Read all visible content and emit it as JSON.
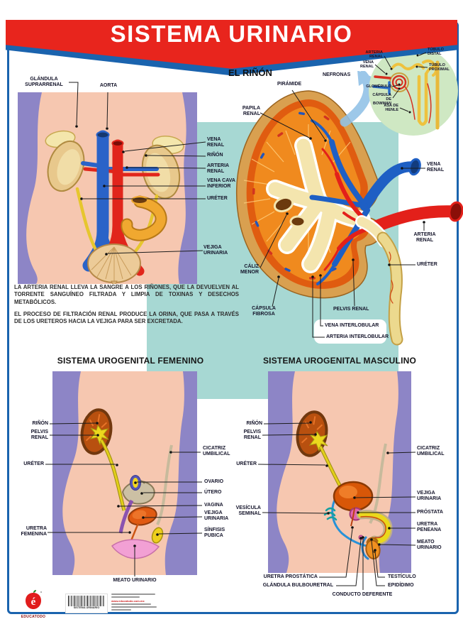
{
  "poster": {
    "title": "SISTEMA URINARIO"
  },
  "colors": {
    "banner_red": "#e8251d",
    "frame_blue": "#1a63ae",
    "teal": "#a7d8d3",
    "skin": "#f6c7b0",
    "purple": "#8d85c6"
  },
  "body_figure": {
    "labels": {
      "glandula_suprarrenal": "GLÁNDULA SUPRARRENAL",
      "aorta": "AORTA",
      "vena_renal": "VENA RENAL",
      "rinon": "RIÑÓN",
      "arteria_renal": "ARTERIA RENAL",
      "vena_cava_inferior": "VENA CAVA INFERIOR",
      "ureter": "URÉTER",
      "vejiga_urinaria": "VEJIGA URINARIA"
    }
  },
  "kidney": {
    "title": "EL RIÑÓN",
    "labels": {
      "nefronas": "NEFRONAS",
      "piramide": "PIRÁMIDE",
      "papila_renal": "PAPILA RENAL",
      "caliz_menor": "CÁLIZ MENOR",
      "capsula_fibrosa": "CÁPSULA FIBROSA",
      "pelvis_renal": "PELVIS RENAL",
      "vena_interlobular": "VENA INTERLOBULAR",
      "arteria_interlobular": "ARTERIA INTERLOBULAR",
      "vena_renal": "VENA RENAL",
      "arteria_renal": "ARTERIA RENAL",
      "ureter": "URÉTER"
    }
  },
  "nephron": {
    "labels": {
      "arteria_renal": "ARTERIA RENAL",
      "vena_renal": "VENA RENAL",
      "tubulo_distal": "TÚBULO DISTAL",
      "tubulo_proximal": "TÚBULO PROXIMAL",
      "glomerulo": "GLOMÉRULO",
      "capsula_de_bowman": "CÁPSULA DE BOWMAN",
      "asa_de_henle": "ASA DE HENLE"
    }
  },
  "paragraphs": {
    "p1": "LA ARTERIA RENAL LLEVA LA SANGRE A LOS RIÑONES, QUE LA DEVUELVEN AL TORRENTE SANGUÍNEO FILTRADA Y LIMPIA DE TOXINAS Y DESECHOS METABÓLICOS.",
    "p2": "EL PROCESO DE FILTRACIÓN RENAL PRODUCE LA ORINA, QUE PASA A TRAVÉS DE LOS URETEROS HACIA LA VEJIGA PARA SER EXCRETADA."
  },
  "female": {
    "title": "SISTEMA UROGENITAL FEMENINO",
    "labels": {
      "rinon": "RIÑÓN",
      "pelvis_renal": "PELVIS RENAL",
      "ureter": "URÉTER",
      "uretra_femenina": "URETRA FEMENINA",
      "cicatriz_umbilical": "CICATRIZ UMBILICAL",
      "ovario": "OVARIO",
      "utero": "ÚTERO",
      "vagina": "VAGINA",
      "vejiga_urinaria": "VEJIGA URINARIA",
      "sinfisis_pubica": "SÍNFISIS PUBICA",
      "meato_urinario": "MEATO URINARIO"
    }
  },
  "male": {
    "title": "SISTEMA UROGENITAL MASCULINO",
    "labels": {
      "rinon": "RIÑÓN",
      "pelvis_renal": "PELVIS RENAL",
      "ureter": "URÉTER",
      "vesicula_seminal": "VESÍCULA SEMINAL",
      "cicatriz_umbilical": "CICATRIZ UMBILICAL",
      "vejiga_urinaria": "VEJIGA URINARIA",
      "prostata": "PRÓSTATA",
      "uretra_peneana": "URETRA PENEANA",
      "meato_urinario": "MEATO URINARIO",
      "uretra_prostatica": "URETRA PROSTÁTICA",
      "glandula_bulbouretral": "GLÁNDULA BULBOURETRAL",
      "conducto_deferente": "CONDUCTO DEFERENTE",
      "testiculo": "TESTÍCULO",
      "epididimo": "EPIDÍDIMO"
    }
  },
  "footer": {
    "brand": "EDUCATODO",
    "website": "www.educatodo.com.mx",
    "barcode_caption": "SISTEMA URINARIO"
  }
}
